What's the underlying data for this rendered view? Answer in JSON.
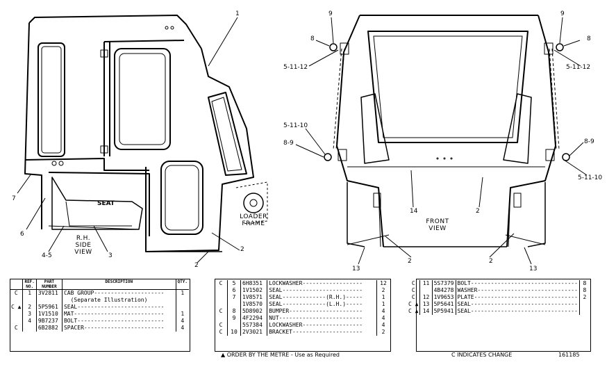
{
  "labels": {
    "l1": "1",
    "l2a": "2",
    "l2b": "2",
    "l2c": "2",
    "l2d": "2",
    "l2e": "2",
    "l3": "3",
    "l45": "4-5",
    "l6": "6",
    "l7": "7",
    "l9a": "9",
    "l8a": "8",
    "l51112a": "5-11-12",
    "l9b": "9",
    "l8b": "8",
    "l51112b": "5-11-12",
    "l51110a": "5-11-10",
    "l89a": "8-9",
    "l89b": "8-9",
    "l51110b": "5-11-10",
    "l14": "14",
    "l13a": "13",
    "l13b": "13",
    "seat": "SEAT",
    "rhside": "R.H.\nSIDE\nVIEW",
    "loaderframe": "LOADER\nFRAME",
    "frontview": "FRONT\nVIEW"
  },
  "table1": {
    "headers": [
      "REF.\nNO.",
      "PART\nNUMBER",
      "DESCRIPTION",
      "QTY."
    ],
    "rows": [
      {
        "mark": "C",
        "ref": "1",
        "part": "3V2811",
        "desc": "CAB GROUP---------------------",
        "qty": "1"
      },
      {
        "mark": "",
        "ref": "",
        "part": "",
        "desc": "  (Separate Illustration)",
        "qty": ""
      },
      {
        "mark": "C ▲",
        "ref": "2",
        "part": "5P5961",
        "desc": "SEAL--------------------------",
        "qty": ""
      },
      {
        "mark": "",
        "ref": "3",
        "part": "1V1510",
        "desc": "MAT---------------------------",
        "qty": "1"
      },
      {
        "mark": "",
        "ref": "4",
        "part": "9B7237",
        "desc": "BOLT--------------------------",
        "qty": "4"
      },
      {
        "mark": "C",
        "ref": "",
        "part": "6B2882",
        "desc": "SPACER------------------------",
        "qty": "4"
      }
    ]
  },
  "table2": {
    "rows": [
      {
        "mark": "C",
        "ref": "5",
        "part": "6H8351",
        "desc": "LOCKWASHER------------------",
        "qty": "12"
      },
      {
        "mark": "",
        "ref": "6",
        "part": "1V1502",
        "desc": "SEAL------------------------",
        "qty": "2"
      },
      {
        "mark": "",
        "ref": "7",
        "part": "1V8571",
        "desc": "SEAL-------------(R.H.)-----",
        "qty": "1"
      },
      {
        "mark": "",
        "ref": "",
        "part": "1V8570",
        "desc": "SEAL-------------(L.H.)-----",
        "qty": "1"
      },
      {
        "mark": "C",
        "ref": "8",
        "part": "5D8902",
        "desc": "BUMPER----------------------",
        "qty": "4"
      },
      {
        "mark": "",
        "ref": "9",
        "part": "4F2294",
        "desc": "NUT-------------------------",
        "qty": "4"
      },
      {
        "mark": "C",
        "ref": "",
        "part": "5S7384",
        "desc": "LOCKWASHER------------------",
        "qty": "4"
      },
      {
        "mark": "C",
        "ref": "10",
        "part": "2V3021",
        "desc": "BRACKET---------------------",
        "qty": "2"
      }
    ]
  },
  "table3": {
    "rows": [
      {
        "mark": "C",
        "ref": "11",
        "part": "5S7379",
        "desc": "BOLT--------------------------------",
        "qty": "8"
      },
      {
        "mark": "C",
        "ref": "",
        "part": "4B4278",
        "desc": "WASHER------------------------------",
        "qty": "8"
      },
      {
        "mark": "C",
        "ref": "12",
        "part": "1V9653",
        "desc": "PLATE-------------------------------",
        "qty": "2"
      },
      {
        "mark": "C ▲",
        "ref": "13",
        "part": "5P5641",
        "desc": "SEAL--------------------------------",
        "qty": ""
      },
      {
        "mark": "C ▲",
        "ref": "14",
        "part": "5P5941",
        "desc": "SEAL--------------------------------",
        "qty": ""
      }
    ]
  },
  "footer": {
    "order_note": "▲ ORDER BY THE METRE - Use as Required",
    "change_note": "C INDICATES CHANGE",
    "illus_no": "161185"
  }
}
